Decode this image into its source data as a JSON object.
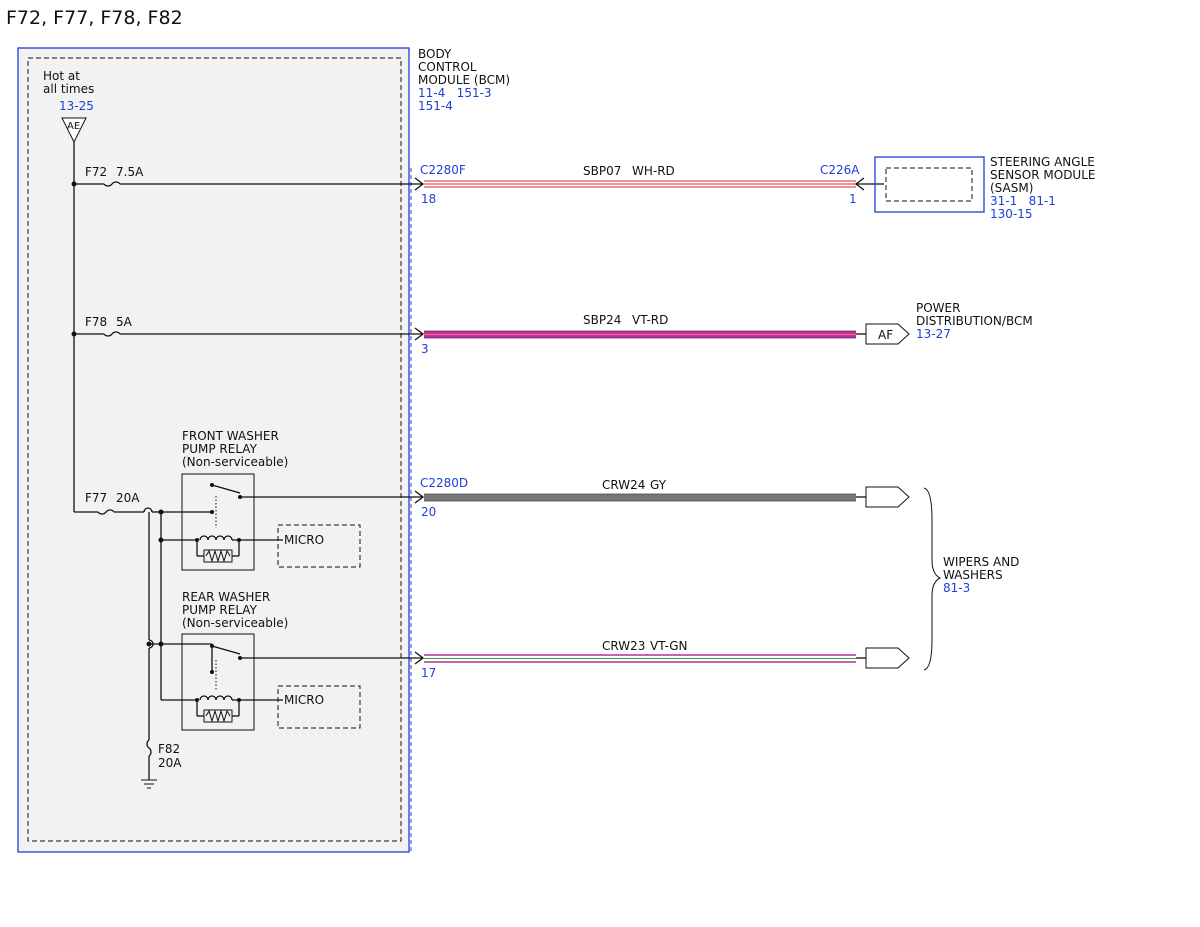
{
  "title": "F72, F77, F78, F82",
  "bcm": {
    "name_line1": "BODY",
    "name_line2": "CONTROL",
    "name_line3": "MODULE (BCM)",
    "refs_line1": "11-4   151-3",
    "refs_line2": "151-4"
  },
  "source": {
    "label_line1": "Hot at",
    "label_line2": "all times",
    "ref": "13-25",
    "tag": "AE"
  },
  "fuses": {
    "f72": {
      "id": "F72",
      "rating": "7.5A"
    },
    "f78": {
      "id": "F78",
      "rating": "5A"
    },
    "f77": {
      "id": "F77",
      "rating": "20A"
    },
    "f82": {
      "id": "F82",
      "rating": "20A"
    }
  },
  "connectors": {
    "c2280f": "C2280F",
    "c2280d": "C2280D",
    "c226a": "C226A"
  },
  "pins": {
    "c2280f_pin": "18",
    "c226a_pin": "1",
    "sbp24_pin": "3",
    "crw24_pin": "20",
    "crw23_pin": "17"
  },
  "circuits": {
    "sbp07": {
      "id": "SBP07",
      "color": "WH-RD"
    },
    "sbp24": {
      "id": "SBP24",
      "color": "VT-RD"
    },
    "crw24": {
      "id": "CRW24",
      "color": "GY"
    },
    "crw23": {
      "id": "CRW23",
      "color": "VT-GN"
    }
  },
  "sasm": {
    "line1": "STEERING ANGLE",
    "line2": "SENSOR MODULE",
    "line3": "(SASM)",
    "refs_line1": "31-1   81-1",
    "refs_line2": "130-15"
  },
  "power_dist": {
    "tag": "AF",
    "line1": "POWER",
    "line2": "DISTRIBUTION/BCM",
    "ref": "13-27"
  },
  "front_relay": {
    "line1": "FRONT WASHER",
    "line2": "PUMP RELAY",
    "line3": "(Non-serviceable)",
    "micro": "MICRO"
  },
  "rear_relay": {
    "line1": "REAR WASHER",
    "line2": "PUMP RELAY",
    "line3": "(Non-serviceable)",
    "micro": "MICRO"
  },
  "wipers": {
    "line1": "WIPERS AND",
    "line2": "WASHERS",
    "ref": "81-3"
  },
  "colors": {
    "module_border": "#1f3fd6",
    "module_fill": "#f2f2f2",
    "ref_text": "#1f3fd6",
    "wire_white": "#ffffff",
    "wire_red": "#d9262b",
    "wire_violet": "#b0309a",
    "wire_gray": "#777777",
    "wire_green": "#3a9a3a"
  }
}
